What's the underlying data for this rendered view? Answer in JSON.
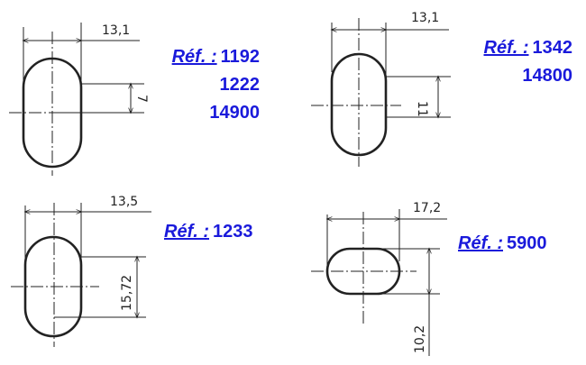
{
  "references": [
    {
      "label": "Réf. :",
      "numbers": [
        "1192",
        "1222",
        "14900"
      ]
    },
    {
      "label": "Réf. :",
      "numbers": [
        "1342",
        "14800"
      ]
    },
    {
      "label": "Réf. :",
      "numbers": [
        "1233"
      ]
    },
    {
      "label": "Réf. :",
      "numbers": [
        "5900"
      ]
    }
  ],
  "drawings": [
    {
      "width_dim": "13,1",
      "height_dim": "7"
    },
    {
      "width_dim": "13,1",
      "height_dim": "11"
    },
    {
      "width_dim": "13,5",
      "height_dim": "15,72"
    },
    {
      "width_dim": "17,2",
      "height_dim": "10,2"
    }
  ],
  "colors": {
    "reference_text": "#1a1adb",
    "line": "#222222"
  }
}
